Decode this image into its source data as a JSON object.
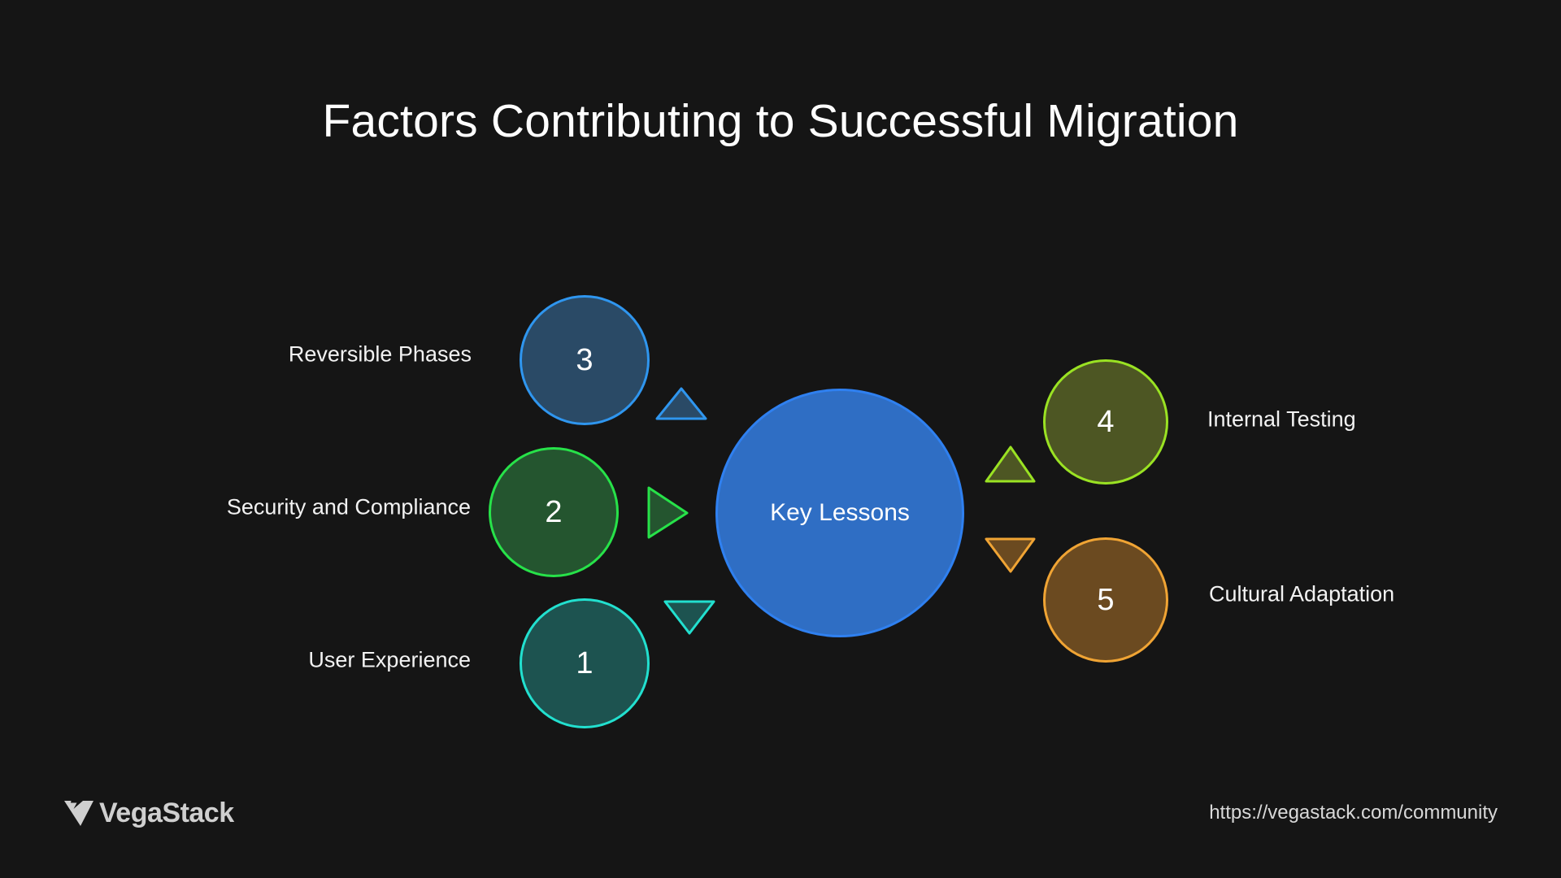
{
  "slide": {
    "title": "Factors Contributing to Successful Migration",
    "background_color": "#151515",
    "title_color": "#ffffff"
  },
  "diagram": {
    "type": "hub-and-spoke",
    "hub": {
      "label": "Key Lessons",
      "fill_color": "#2f6ec4",
      "border_color": "#2f80f0"
    },
    "nodes": [
      {
        "number": "1",
        "label": "User Experience",
        "side": "left",
        "fill_color": "#1d5350",
        "border_color": "#22e0cf",
        "connector": "triangle-down"
      },
      {
        "number": "2",
        "label": "Security and Compliance",
        "side": "left",
        "fill_color": "#24552f",
        "border_color": "#27e249",
        "connector": "triangle-right"
      },
      {
        "number": "3",
        "label": "Reversible Phases",
        "side": "left",
        "fill_color": "#2a4a66",
        "border_color": "#2f96ef",
        "connector": "triangle-up"
      },
      {
        "number": "4",
        "label": "Internal Testing",
        "side": "right",
        "fill_color": "#4d5623",
        "border_color": "#9ae223",
        "connector": "triangle-up"
      },
      {
        "number": "5",
        "label": "Cultural Adaptation",
        "side": "right",
        "fill_color": "#6b4a20",
        "border_color": "#f0a434",
        "connector": "triangle-down"
      }
    ]
  },
  "footer": {
    "brand_name": "VegaStack",
    "brand_color": "#cfcfcf",
    "url": "https://vegastack.com/community"
  }
}
